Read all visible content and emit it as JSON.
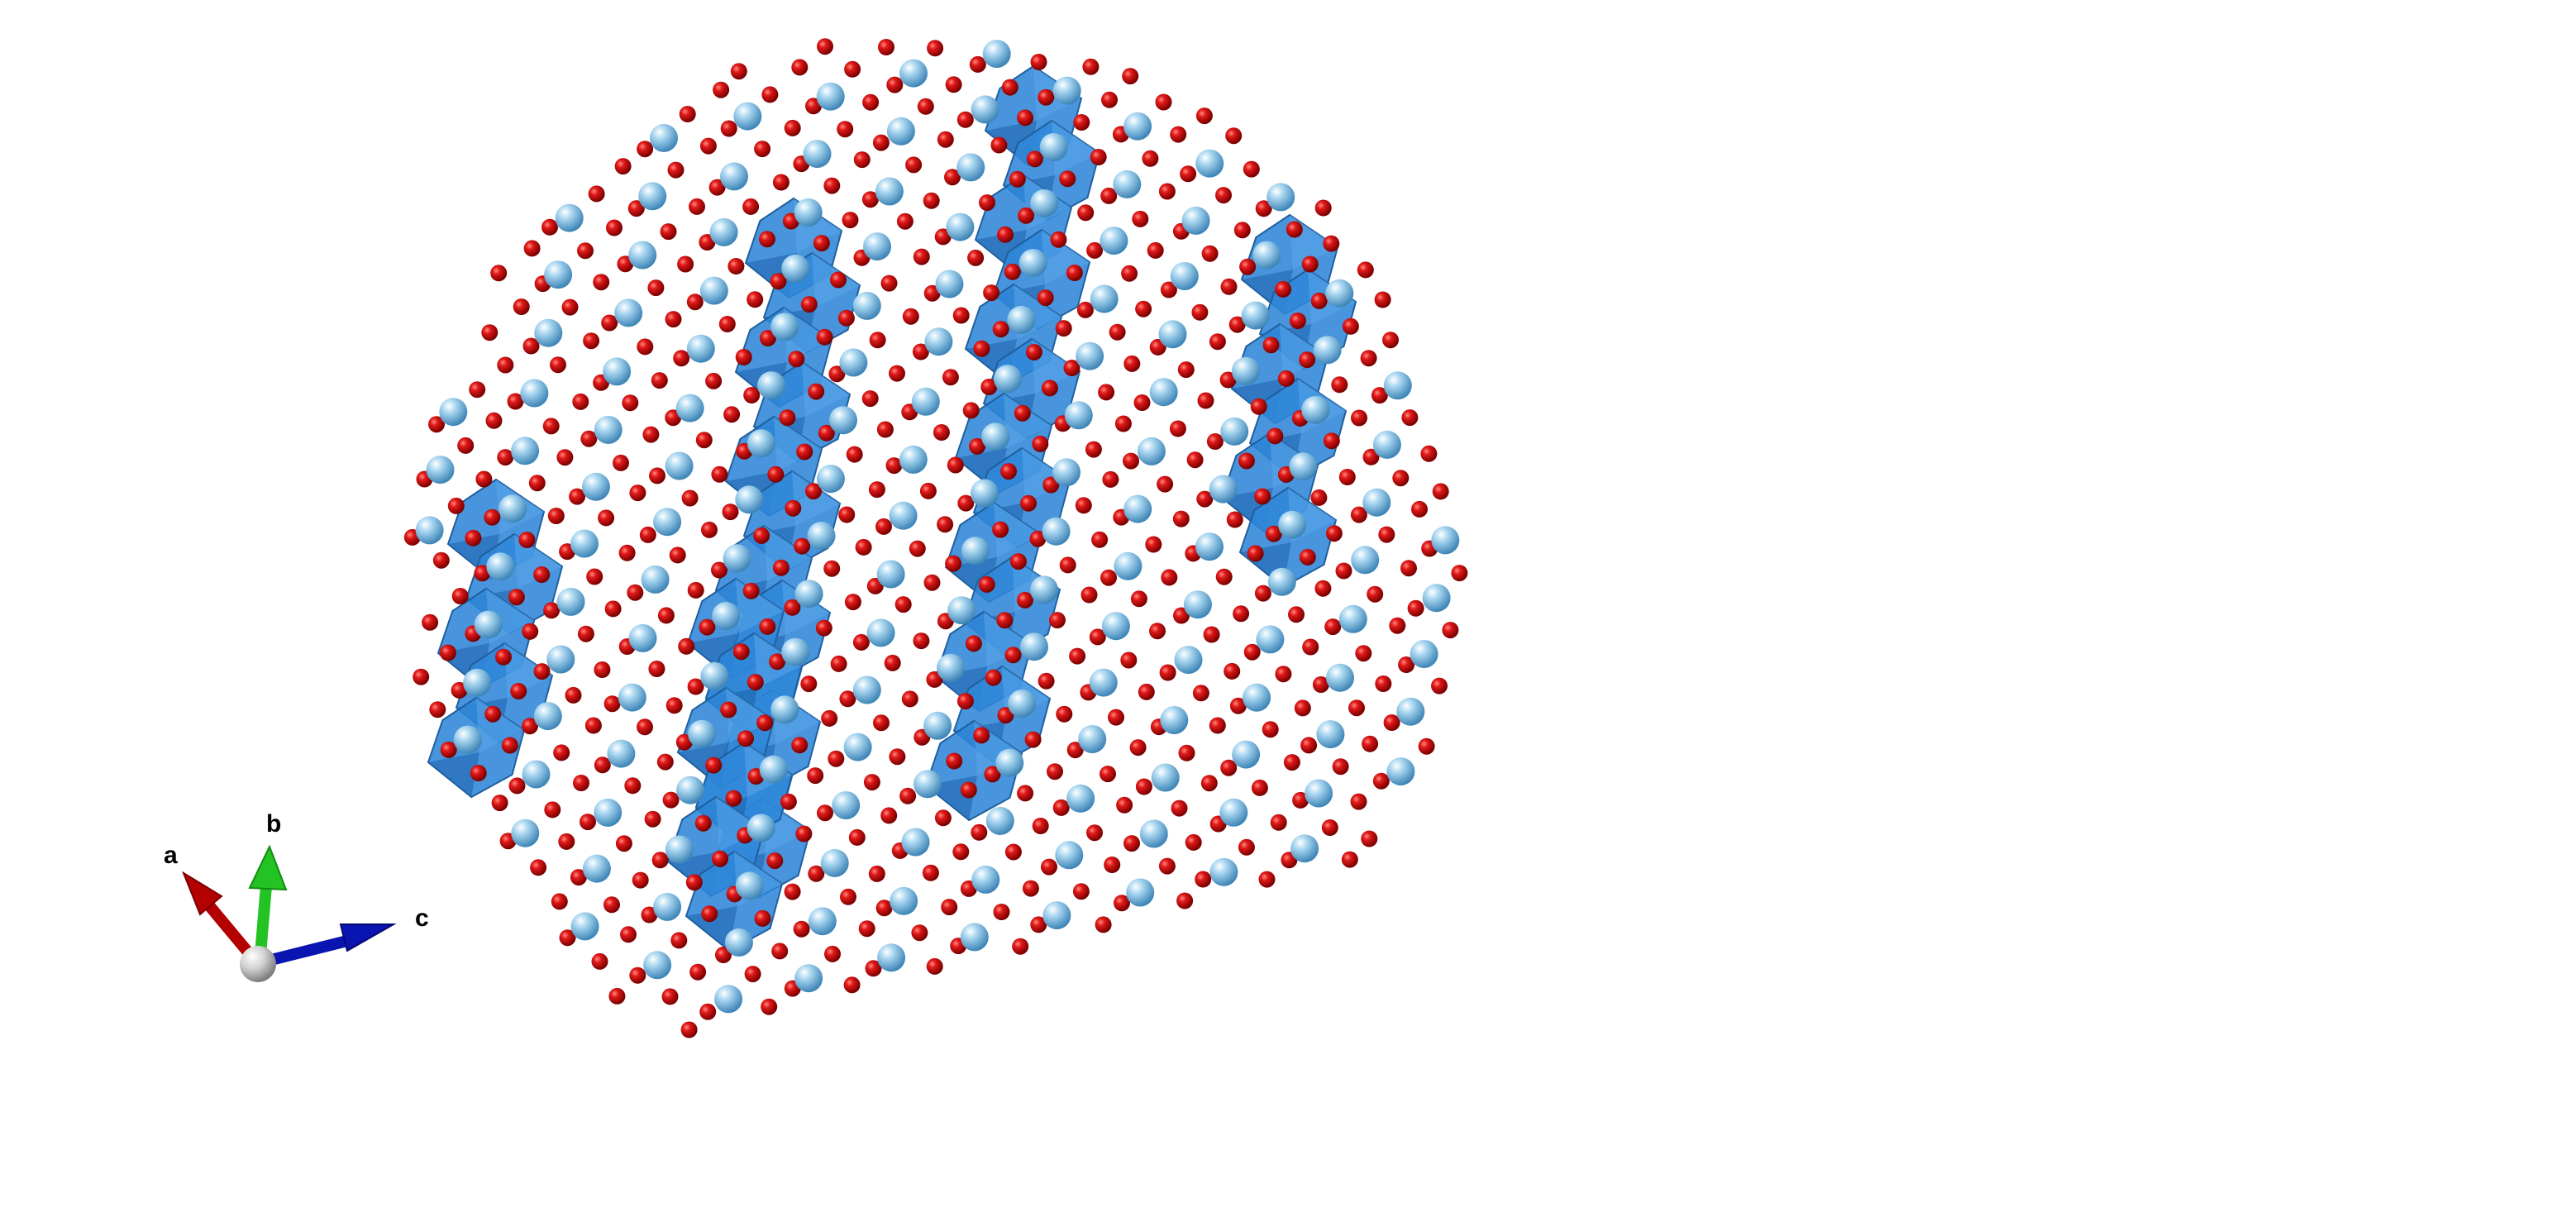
{
  "scene": {
    "colors": {
      "background": "#ffffff",
      "polyhedron_fill": "#2f86d8",
      "polyhedron_edge": "#1f5f9e",
      "oxygen_atom": "#d40b0b",
      "metal_atom": "#8fc6e6"
    },
    "polyhedra_columns": [
      {
        "name": "octahedra-column-1"
      },
      {
        "name": "octahedra-column-2"
      },
      {
        "name": "octahedra-column-3"
      },
      {
        "name": "octahedra-column-4"
      },
      {
        "name": "octahedra-column-5"
      }
    ]
  },
  "axes": {
    "a": {
      "label": "a",
      "color": "#b30000"
    },
    "b": {
      "label": "b",
      "color": "#22c322"
    },
    "c": {
      "label": "c",
      "color": "#0a14b0"
    },
    "origin_color": "#c8c8c8"
  }
}
